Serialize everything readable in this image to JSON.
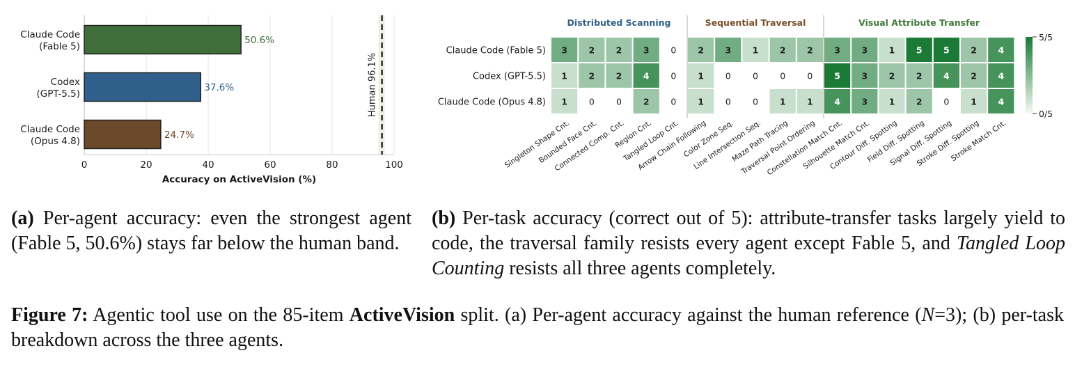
{
  "chart_data": [
    {
      "type": "bar",
      "orientation": "horizontal",
      "categories": [
        "Claude Code\n(Fable 5)",
        "Codex\n(GPT-5.5)",
        "Claude Code\n(Opus 4.8)"
      ],
      "values": [
        50.6,
        37.6,
        24.7
      ],
      "value_labels": [
        "50.6%",
        "37.6%",
        "24.7%"
      ],
      "colors": [
        "#3f6e3a",
        "#2f5f8a",
        "#6b4a2b"
      ],
      "xlabel": "Accuracy on ActiveVision (%)",
      "xlim": [
        0,
        100
      ],
      "xticks": [
        0,
        20,
        40,
        60,
        80,
        100
      ],
      "grid": "vertical",
      "reference_line": {
        "value": 96.1,
        "label": "Human 96.1%",
        "style": "dashed",
        "band": [
          95,
          97
        ]
      }
    },
    {
      "type": "heatmap",
      "rows": [
        "Claude Code (Fable 5)",
        "Codex (GPT-5.5)",
        "Claude Code (Opus 4.8)"
      ],
      "columns": [
        "Singleton Shape Cnt.",
        "Bounded Face Cnt.",
        "Connected Comp. Cnt.",
        "Region Cnt.",
        "Tangled Loop Cnt.",
        "Arrow Chain Following",
        "Color Zone Seq.",
        "Line Intersection Seq.",
        "Maze Path Tracing",
        "Traversal Point Ordering",
        "Constellation Match Cnt.",
        "Silhouette Match Cnt.",
        "Contour Diff. Spotting",
        "Field Diff. Spotting",
        "Signal Diff. Spotting",
        "Stroke Diff. Spotting",
        "Stroke Match Cnt."
      ],
      "groups": [
        {
          "label": "Distributed Scanning",
          "span": 5,
          "color": "#2f5f8a"
        },
        {
          "label": "Sequential Traversal",
          "span": 5,
          "color": "#7a4f2a"
        },
        {
          "label": "Visual Attribute Transfer",
          "span": 7,
          "color": "#3f7a3a"
        }
      ],
      "values": [
        [
          3,
          2,
          2,
          3,
          0,
          2,
          3,
          1,
          2,
          2,
          3,
          3,
          1,
          5,
          5,
          2,
          4
        ],
        [
          1,
          2,
          2,
          4,
          0,
          1,
          0,
          0,
          0,
          0,
          5,
          3,
          2,
          2,
          4,
          2,
          4
        ],
        [
          1,
          0,
          0,
          2,
          0,
          1,
          0,
          0,
          1,
          1,
          4,
          3,
          1,
          2,
          0,
          1,
          4
        ]
      ],
      "vmin": 0,
      "vmax": 5,
      "colorbar": {
        "ticks": [
          "5/5",
          "0/5"
        ],
        "low_color": "#f4f8f4",
        "high_color": "#1a7a36"
      }
    }
  ],
  "captions": {
    "a_label": "(a)",
    "a_text": "Per-agent accuracy: even the strongest agent (Fable 5, 50.6%) stays far below the human band.",
    "b_label": "(b)",
    "b_text_1": "Per-task accuracy (correct out of 5): attribute-transfer tasks largely yield to code, the traversal family resists every agent except Fable 5, and ",
    "b_text_italic": "Tangled Loop Counting",
    "b_text_2": " resists all three agents completely.",
    "fig_label": "Figure 7:",
    "fig_text_1": " Agentic tool use on the 85-item ",
    "fig_text_bold": "ActiveVision",
    "fig_text_2": " split. (a) Per-agent accuracy against the human reference (",
    "fig_text_italic": "N",
    "fig_text_3": "=3); (b) per-task breakdown across the three agents."
  }
}
